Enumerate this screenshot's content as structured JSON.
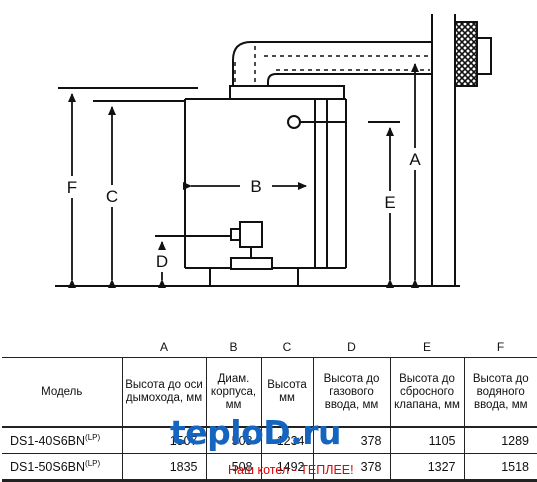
{
  "diagram": {
    "labels": {
      "a": "A",
      "b": "B",
      "c": "C",
      "d": "D",
      "e": "E",
      "f": "F"
    }
  },
  "table": {
    "letters": [
      "",
      "A",
      "B",
      "C",
      "D",
      "E",
      "F"
    ],
    "headers": [
      "Модель",
      "Высота до оси дымохода, мм",
      "Диам. корпуса, мм",
      "Высота мм",
      "Высота до газового ввода, мм",
      "Высота до сбросного клапана, мм",
      "Высота до водяного ввода, мм"
    ],
    "rows": [
      {
        "model": "DS1-40S6BN",
        "sup": "(LP)",
        "values": [
          "1507",
          "508",
          "1234",
          "378",
          "1105",
          "1289"
        ]
      },
      {
        "model": "DS1-50S6BN",
        "sup": "(LP)",
        "values": [
          "1835",
          "508",
          "1492",
          "378",
          "1327",
          "1518"
        ]
      }
    ]
  },
  "watermark": {
    "title": "teploD.ru",
    "subtitle": "Наш котел - ТЕПЛЕЕ!"
  }
}
